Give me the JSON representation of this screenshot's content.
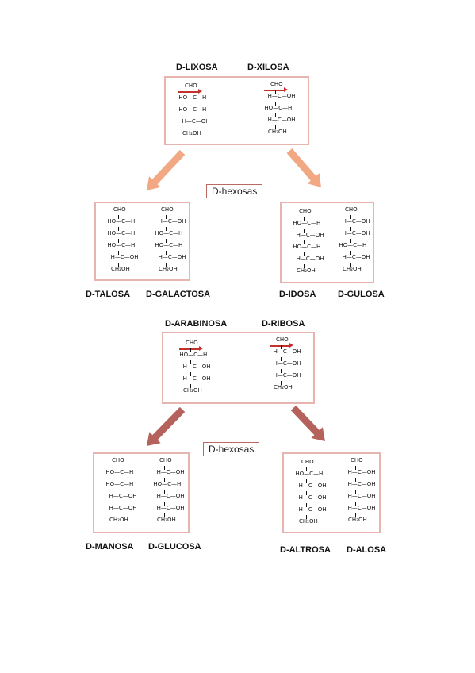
{
  "hexose_label": "D-hexosas",
  "top": {
    "pentoses": [
      "D-LIXOSA",
      "D-XILOSA"
    ],
    "left_pair": [
      "D-TALOSA",
      "D-GALACTOSA"
    ],
    "right_pair": [
      "D-IDOSA",
      "D-GULOSA"
    ]
  },
  "bottom": {
    "pentoses": [
      "D-ARABINOSA",
      "D-RIBOSA"
    ],
    "left_pair": [
      "D-MANOSA",
      "D-GLUCOSA"
    ],
    "right_pair": [
      "D-ALTROSA",
      "D-ALOSA"
    ]
  },
  "formula": {
    "aldehyde": "CHO",
    "terminal": "CH₂OH"
  },
  "molecules": {
    "lixosa": [
      "HO—C—H",
      "HO—C—H",
      "H—C—OH"
    ],
    "xilosa": [
      "H—C—OH",
      "HO—C—H",
      "H—C—OH"
    ],
    "talosa": [
      "HO—C—H",
      "HO—C—H",
      "HO—C—H",
      "H—C—OH"
    ],
    "galactosa": [
      "H—C—OH",
      "HO—C—H",
      "HO—C—H",
      "H—C—OH"
    ],
    "idosa": [
      "HO—C—H",
      "H—C—OH",
      "HO—C—H",
      "H—C—OH"
    ],
    "gulosa": [
      "H—C—OH",
      "H—C—OH",
      "HO—C—H",
      "H—C—OH"
    ],
    "arabinosa": [
      "HO—C—H",
      "H—C—OH",
      "H—C—OH"
    ],
    "ribosa": [
      "H—C—OH",
      "H—C—OH",
      "H—C—OH"
    ],
    "manosa": [
      "HO—C—H",
      "HO—C—H",
      "H—C—OH",
      "H—C—OH"
    ],
    "glucosa": [
      "H—C—OH",
      "HO—C—H",
      "H—C—OH",
      "H—C—OH"
    ],
    "altrosa": [
      "HO—C—H",
      "H—C—OH",
      "H—C—OH",
      "H—C—OH"
    ],
    "alosa": [
      "H—C—OH",
      "H—C—OH",
      "H—C—OH",
      "H—C—OH"
    ]
  },
  "colors": {
    "top_arrow": "#f2a882",
    "bottom_arrow": "#b5625c",
    "box_border": "#e8b4b0",
    "marker_arrow": "#c4302b"
  }
}
